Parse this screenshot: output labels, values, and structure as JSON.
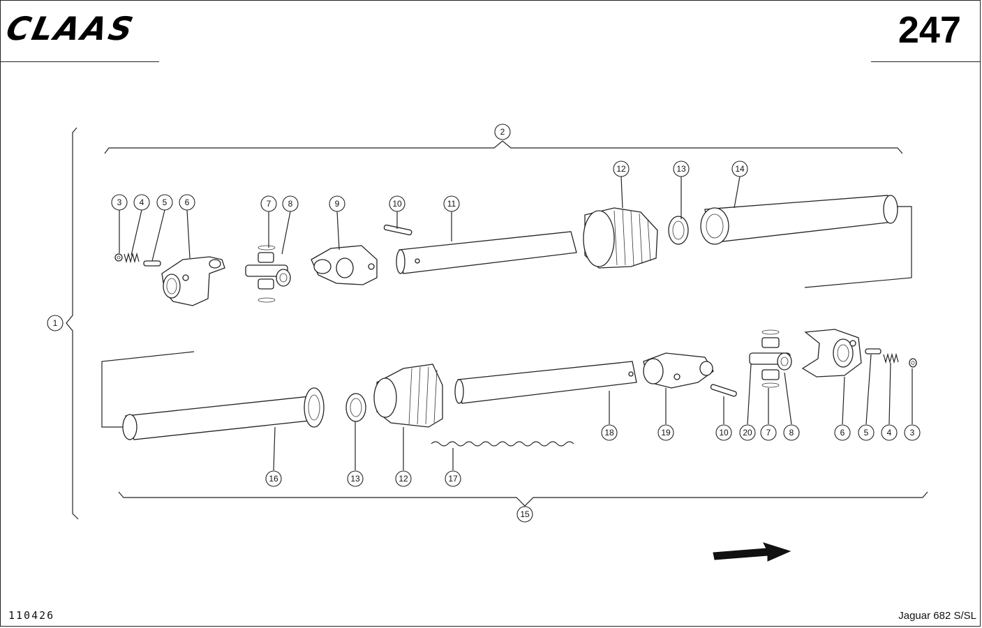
{
  "header": {
    "brand": "CLAAS",
    "page_number": "247"
  },
  "footer": {
    "drawing_number": "110426",
    "model": "Jaguar 682 S/SL"
  },
  "callouts": [
    {
      "id": "c-1",
      "label": "1"
    },
    {
      "id": "c-2",
      "label": "2"
    },
    {
      "id": "c-3a",
      "label": "3"
    },
    {
      "id": "c-4a",
      "label": "4"
    },
    {
      "id": "c-5a",
      "label": "5"
    },
    {
      "id": "c-6a",
      "label": "6"
    },
    {
      "id": "c-7a",
      "label": "7"
    },
    {
      "id": "c-8a",
      "label": "8"
    },
    {
      "id": "c-9",
      "label": "9"
    },
    {
      "id": "c-10a",
      "label": "10"
    },
    {
      "id": "c-11",
      "label": "11"
    },
    {
      "id": "c-12a",
      "label": "12"
    },
    {
      "id": "c-13a",
      "label": "13"
    },
    {
      "id": "c-14",
      "label": "14"
    },
    {
      "id": "c-16",
      "label": "16"
    },
    {
      "id": "c-13b",
      "label": "13"
    },
    {
      "id": "c-12b",
      "label": "12"
    },
    {
      "id": "c-17",
      "label": "17"
    },
    {
      "id": "c-18",
      "label": "18"
    },
    {
      "id": "c-19",
      "label": "19"
    },
    {
      "id": "c-10b",
      "label": "10"
    },
    {
      "id": "c-20",
      "label": "20"
    },
    {
      "id": "c-7b",
      "label": "7"
    },
    {
      "id": "c-8b",
      "label": "8"
    },
    {
      "id": "c-6b",
      "label": "6"
    },
    {
      "id": "c-5b",
      "label": "5"
    },
    {
      "id": "c-4b",
      "label": "4"
    },
    {
      "id": "c-3b",
      "label": "3"
    },
    {
      "id": "c-15",
      "label": "15"
    }
  ]
}
